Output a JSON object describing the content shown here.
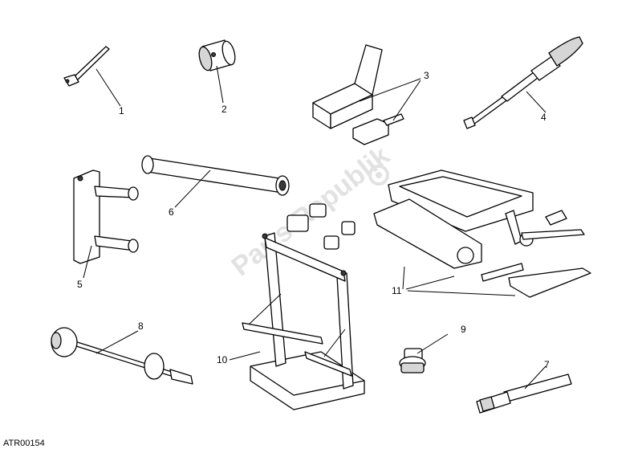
{
  "watermark": "Parts Republik",
  "drawing_code": "ATR00154",
  "callouts": {
    "c1": "1",
    "c2": "2",
    "c3": "3",
    "c4": "4",
    "c5": "5",
    "c6": "6",
    "c7": "7",
    "c8": "8",
    "c9": "9",
    "c10": "10",
    "c11": "11"
  },
  "colors": {
    "line": "#000000",
    "background": "#ffffff",
    "watermark": "#e2e2e2"
  }
}
